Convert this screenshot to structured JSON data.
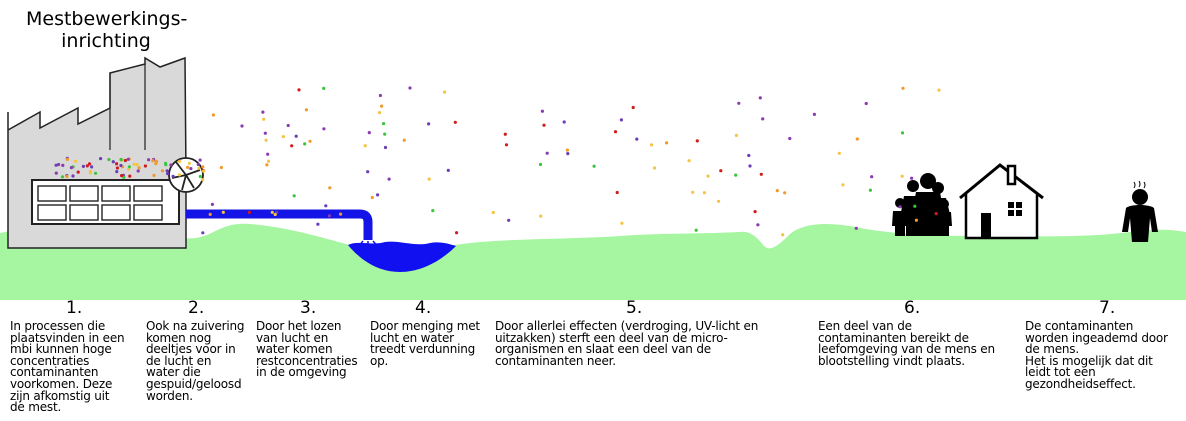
{
  "title": {
    "line1": "Mestbewerkings-",
    "line2": "inrichting"
  },
  "steps": [
    {
      "number": "1.",
      "text": "In processen die\nplaatsvinden in een\nmbi kunnen hoge\nconcentraties\ncontaminanten\nvoorkomen. Deze\nzijn afkomstig uit\nde mest."
    },
    {
      "number": "2.",
      "text": "Ook na zuivering\nkomen nog\ndeeltjes voor in\nde lucht en\nwater die\ngespuid/geloosd\nworden."
    },
    {
      "number": "3.",
      "text": "Door het lozen\nvan lucht en\nwater komen\nrestconcentraties\nin de omgeving"
    },
    {
      "number": "4.",
      "text": "Door menging met\nlucht en water\ntreedt verdunning\nop."
    },
    {
      "number": "5.",
      "text": "Door allerlei effecten (verdroging, UV-licht en\nuitzakken) sterft een deel van de micro-\norganismen en slaat een deel van de\ncontaminanten neer."
    },
    {
      "number": "6.",
      "text": "Een deel van de\ncontaminanten bereikt de\nleefomgeving van de mens en\nblootstelling vindt plaats."
    },
    {
      "number": "7.",
      "text": "De contaminanten\nworden ingeademd door\nde mens.\nHet is mogelijk dat dit\nleidt tot een\ngezondheidseffect."
    }
  ],
  "icons": {
    "factory": "factory-icon",
    "filter": "filter-fan-icon",
    "pipe": "discharge-pipe-icon",
    "water": "water-body-icon",
    "family": "family-icon",
    "house": "house-icon",
    "person": "breathing-person-icon"
  },
  "colors": {
    "ground": "#a6f5a0",
    "water": "#1010f0",
    "pipe": "#1414e6",
    "factory": "#d9d9d9",
    "particles": [
      "#f4c542",
      "#ef9a2a",
      "#8b3bb0",
      "#6b3fb8",
      "#d11c1c",
      "#3cc43c"
    ]
  }
}
